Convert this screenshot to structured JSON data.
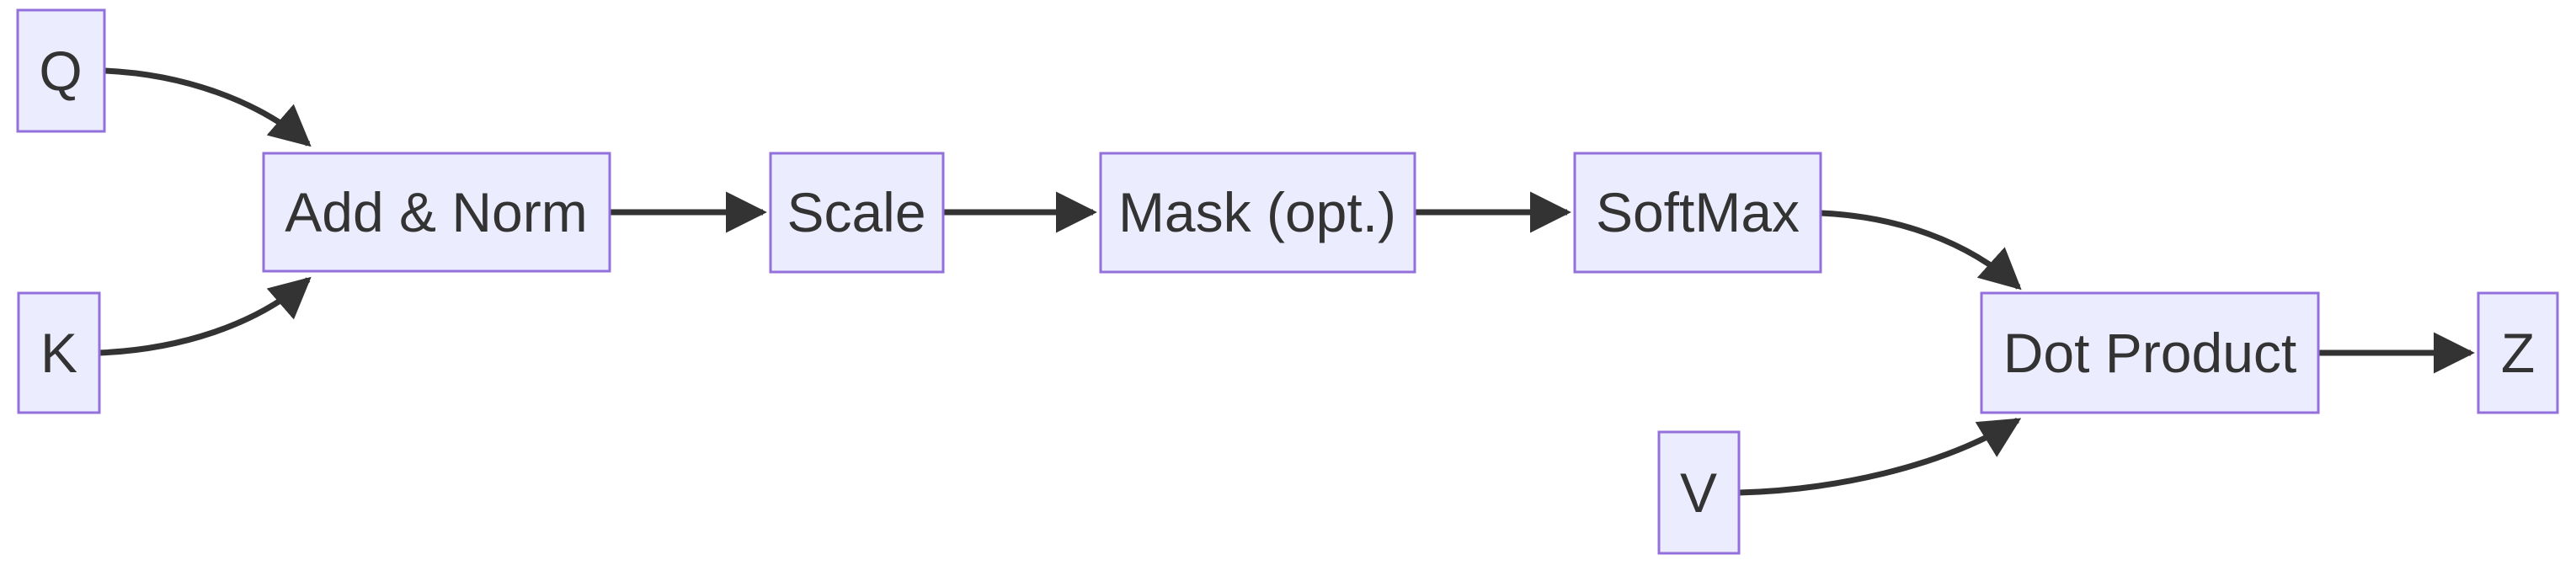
{
  "diagram": {
    "type": "flowchart",
    "direction": "left-to-right",
    "nodes": [
      {
        "id": "q",
        "label": "Q"
      },
      {
        "id": "k",
        "label": "K"
      },
      {
        "id": "addnorm",
        "label": "Add & Norm"
      },
      {
        "id": "scale",
        "label": "Scale"
      },
      {
        "id": "mask",
        "label": "Mask (opt.)"
      },
      {
        "id": "softmax",
        "label": "SoftMax"
      },
      {
        "id": "v",
        "label": "V"
      },
      {
        "id": "dotproduct",
        "label": "Dot Product"
      },
      {
        "id": "z",
        "label": "Z"
      }
    ],
    "edges": [
      {
        "from": "Q",
        "to": "Add & Norm"
      },
      {
        "from": "K",
        "to": "Add & Norm"
      },
      {
        "from": "Add & Norm",
        "to": "Scale"
      },
      {
        "from": "Scale",
        "to": "Mask (opt.)"
      },
      {
        "from": "Mask (opt.)",
        "to": "SoftMax"
      },
      {
        "from": "SoftMax",
        "to": "Dot Product"
      },
      {
        "from": "V",
        "to": "Dot Product"
      },
      {
        "from": "Dot Product",
        "to": "Z"
      }
    ],
    "colors": {
      "node_fill": "#ECECFF",
      "node_border": "#9370DB",
      "edge": "#333333",
      "text": "#333333",
      "background": "#FFFFFF"
    }
  }
}
